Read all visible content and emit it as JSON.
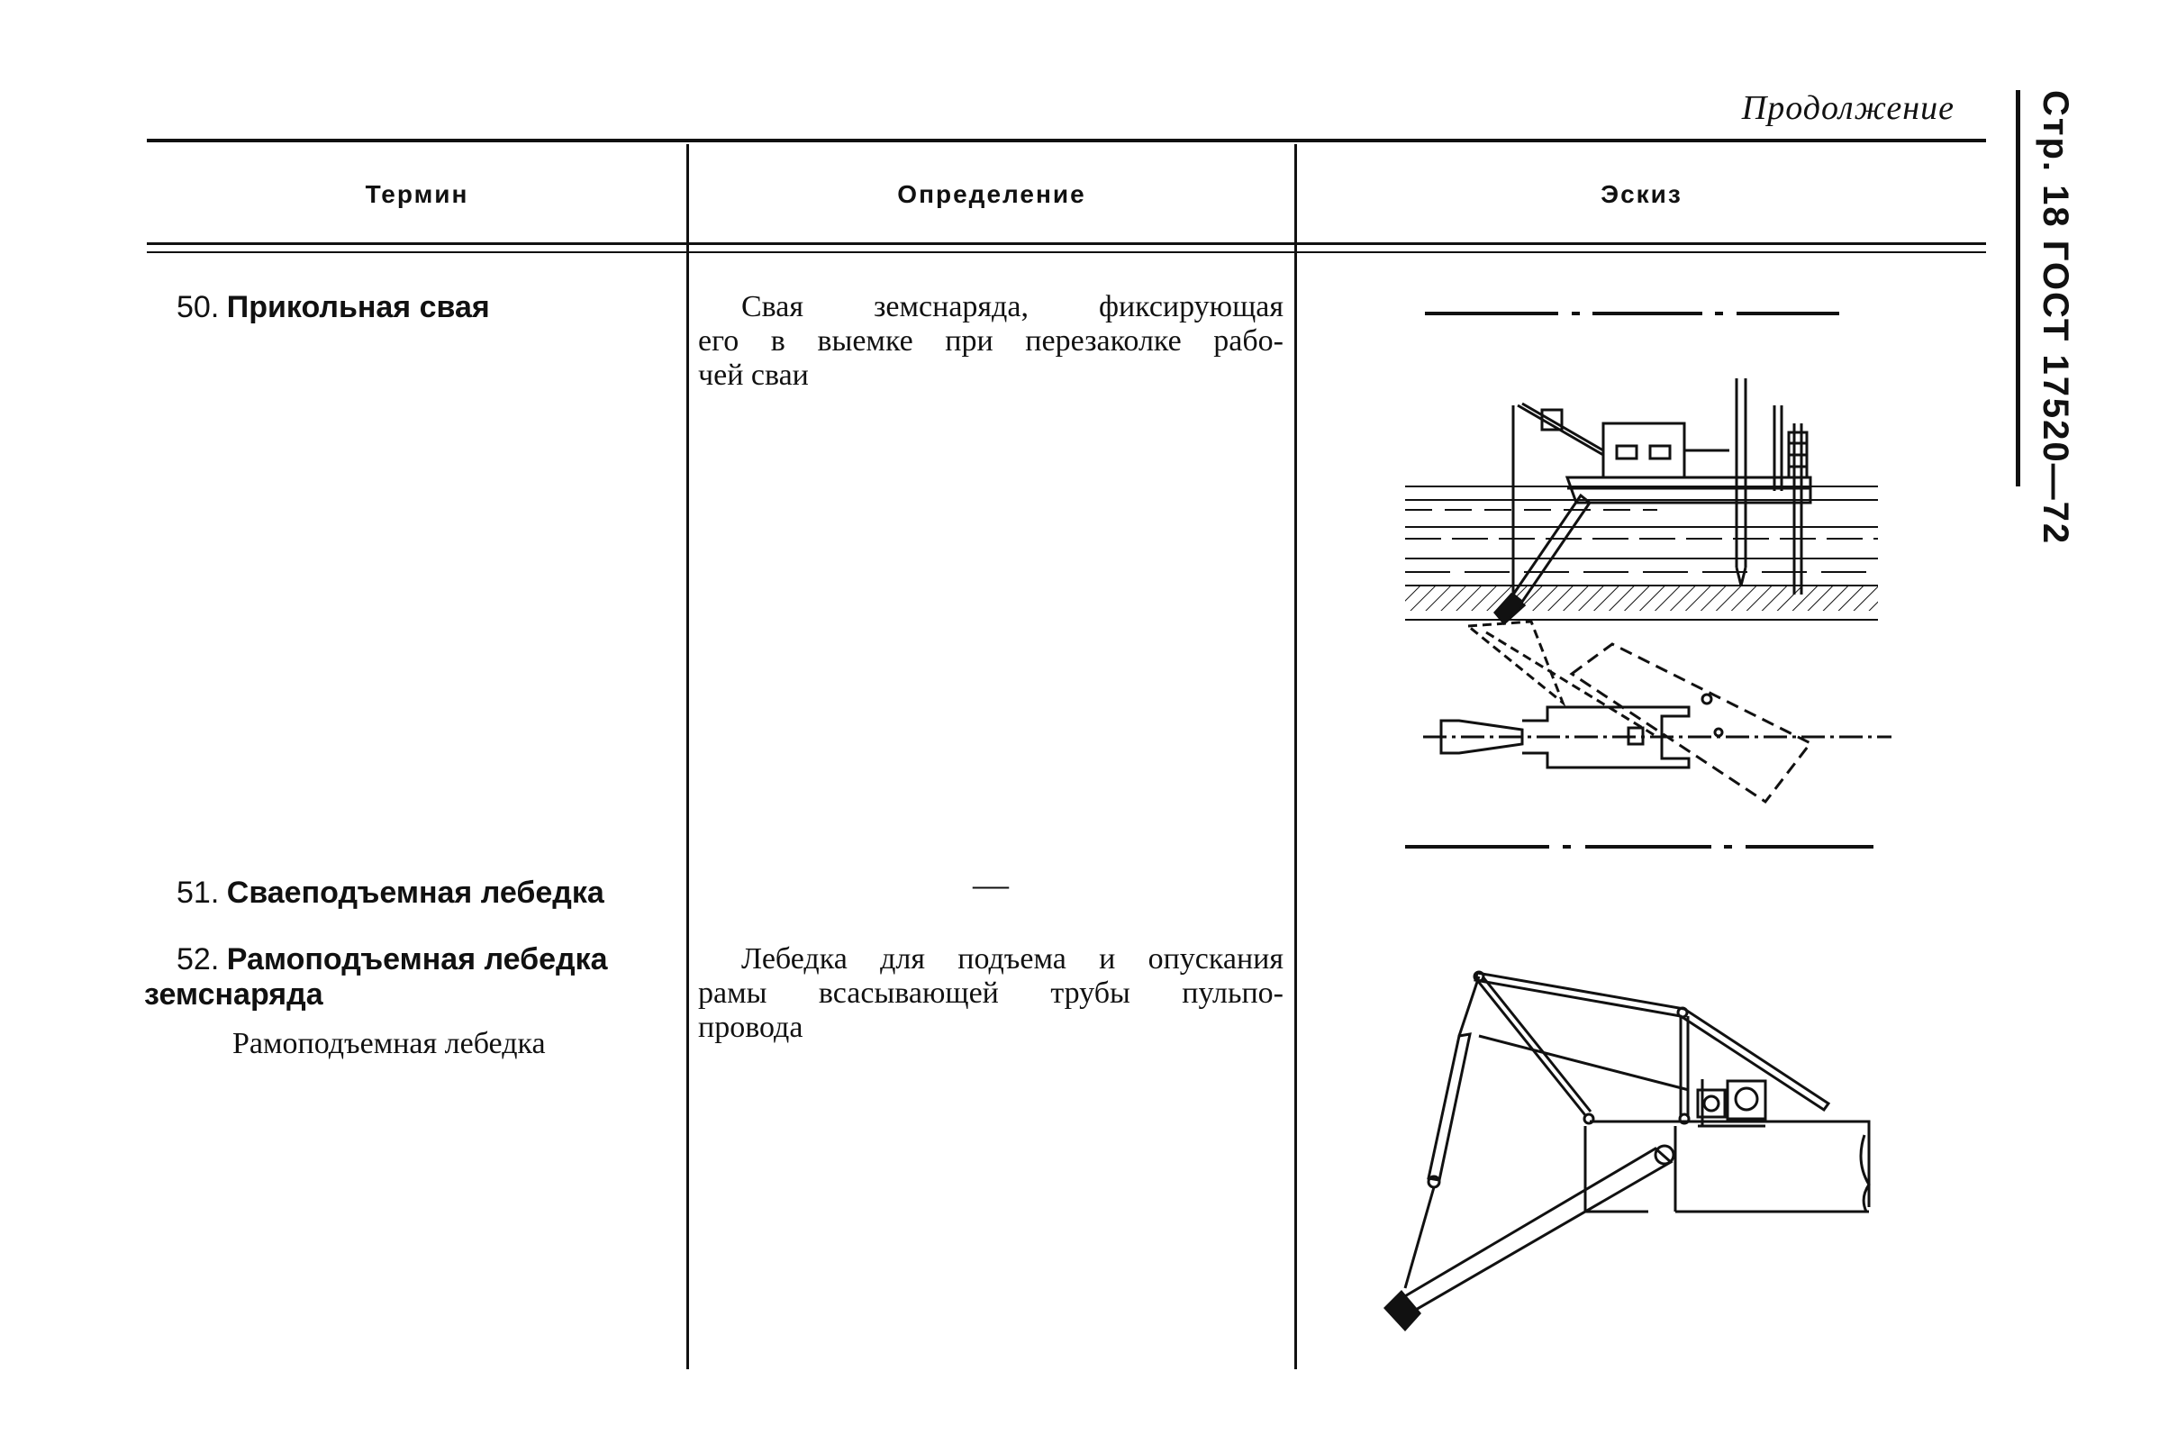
{
  "page": {
    "continuation_label": "Продолжение",
    "side_header": "Стр. 18 ГОСТ 17520—72"
  },
  "table": {
    "headers": {
      "term": "Термин",
      "definition": "Определение",
      "sketch": "Эскиз"
    },
    "rows": [
      {
        "number": "50.",
        "term": "Прикольная свая",
        "definition": "Свая земснаряда, фиксирующая его в выемке при перезаколке рабочей сваи",
        "def_lines": [
          "Свая земснаряда, фиксирующая",
          "его в выемке при перезаколке рабо-",
          "чей сваи"
        ]
      },
      {
        "number": "51.",
        "term": "Сваеподъемная лебедка",
        "definition": "—"
      },
      {
        "number": "52.",
        "term_line1": "Рамоподъемная лебедка",
        "term_line2": "земснаряда",
        "synonym": "Рамоподъемная лебедка",
        "def_lines": [
          "Лебедка для подъема и опускания",
          "рамы всасывающей трубы пульпо-",
          "провода"
        ]
      }
    ]
  }
}
